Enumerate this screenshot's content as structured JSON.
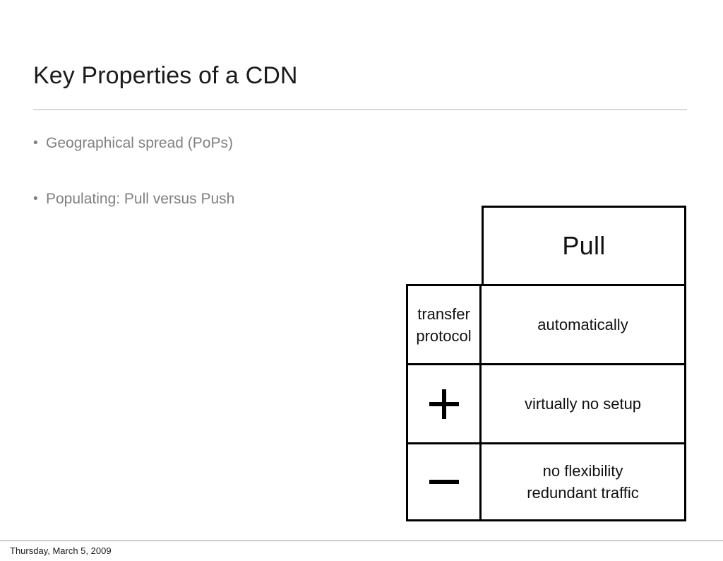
{
  "slide": {
    "title": "Key Properties of a CDN",
    "bullets": [
      {
        "marker": "•",
        "text": "Geographical spread (PoPs)"
      },
      {
        "marker": "•",
        "text": "Populating: Pull versus Push"
      }
    ],
    "table": {
      "corner_label": "",
      "column_header": "Pull",
      "rows": [
        {
          "label_lines": [
            "transfer",
            "protocol"
          ],
          "label_symbol": "",
          "value_lines": [
            "automatically"
          ]
        },
        {
          "label_lines": [],
          "label_symbol": "plus",
          "value_lines": [
            "virtually no setup"
          ]
        },
        {
          "label_lines": [],
          "label_symbol": "minus",
          "value_lines": [
            "no flexibility",
            "redundant traffic"
          ]
        }
      ]
    },
    "footer": {
      "date": "Thursday, March 5, 2009"
    },
    "colors": {
      "title_text": "#1b1b1b",
      "bullet_text": "#808080",
      "rule": "#b3b3b3",
      "table_border": "#000000",
      "table_text": "#111111",
      "background": "#ffffff"
    }
  }
}
